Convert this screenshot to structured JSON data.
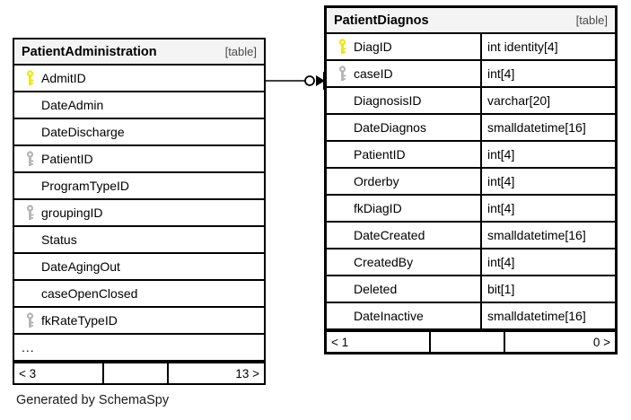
{
  "diagram": {
    "caption": "Generated by SchemaSpy",
    "table_tag": "[table]",
    "key_colors": {
      "primary": "#ece800",
      "foreign": "#b4b4b4"
    },
    "relationship": {
      "from_table": "PatientAdministration",
      "from_column": "AdmitID",
      "to_table": "PatientDiagnos",
      "to_column": "caseID",
      "source_cardinality": "zero-or-one",
      "target_cardinality": "many",
      "source_symbol": "circle",
      "target_symbol": "crows-foot"
    }
  },
  "tables": {
    "patient_administration": {
      "name": "PatientAdministration",
      "tag": "[table]",
      "columns": [
        {
          "name": "AdmitID",
          "key": "primary"
        },
        {
          "name": "DateAdmin",
          "key": "none"
        },
        {
          "name": "DateDischarge",
          "key": "none"
        },
        {
          "name": "PatientID",
          "key": "foreign"
        },
        {
          "name": "ProgramTypeID",
          "key": "none"
        },
        {
          "name": "groupingID",
          "key": "foreign"
        },
        {
          "name": "Status",
          "key": "none"
        },
        {
          "name": "DateAgingOut",
          "key": "none"
        },
        {
          "name": "caseOpenClosed",
          "key": "none"
        },
        {
          "name": "fkRateTypeID",
          "key": "foreign"
        }
      ],
      "more_indicator": "...",
      "footer": {
        "left": "< 3",
        "middle": "",
        "right": "13 >"
      }
    },
    "patient_diagnos": {
      "name": "PatientDiagnos",
      "tag": "[table]",
      "columns": [
        {
          "name": "DiagID",
          "type": "int identity[4]",
          "key": "primary"
        },
        {
          "name": "caseID",
          "type": "int[4]",
          "key": "foreign"
        },
        {
          "name": "DiagnosisID",
          "type": "varchar[20]",
          "key": "none"
        },
        {
          "name": "DateDiagnos",
          "type": "smalldatetime[16]",
          "key": "none"
        },
        {
          "name": "PatientID",
          "type": "int[4]",
          "key": "none"
        },
        {
          "name": "Orderby",
          "type": "int[4]",
          "key": "none"
        },
        {
          "name": "fkDiagID",
          "type": "int[4]",
          "key": "none"
        },
        {
          "name": "DateCreated",
          "type": "smalldatetime[16]",
          "key": "none"
        },
        {
          "name": "CreatedBy",
          "type": "int[4]",
          "key": "none"
        },
        {
          "name": "Deleted",
          "type": "bit[1]",
          "key": "none"
        },
        {
          "name": "DateInactive",
          "type": "smalldatetime[16]",
          "key": "none"
        }
      ],
      "footer": {
        "left": "< 1",
        "middle": "",
        "right": "0 >"
      }
    }
  }
}
